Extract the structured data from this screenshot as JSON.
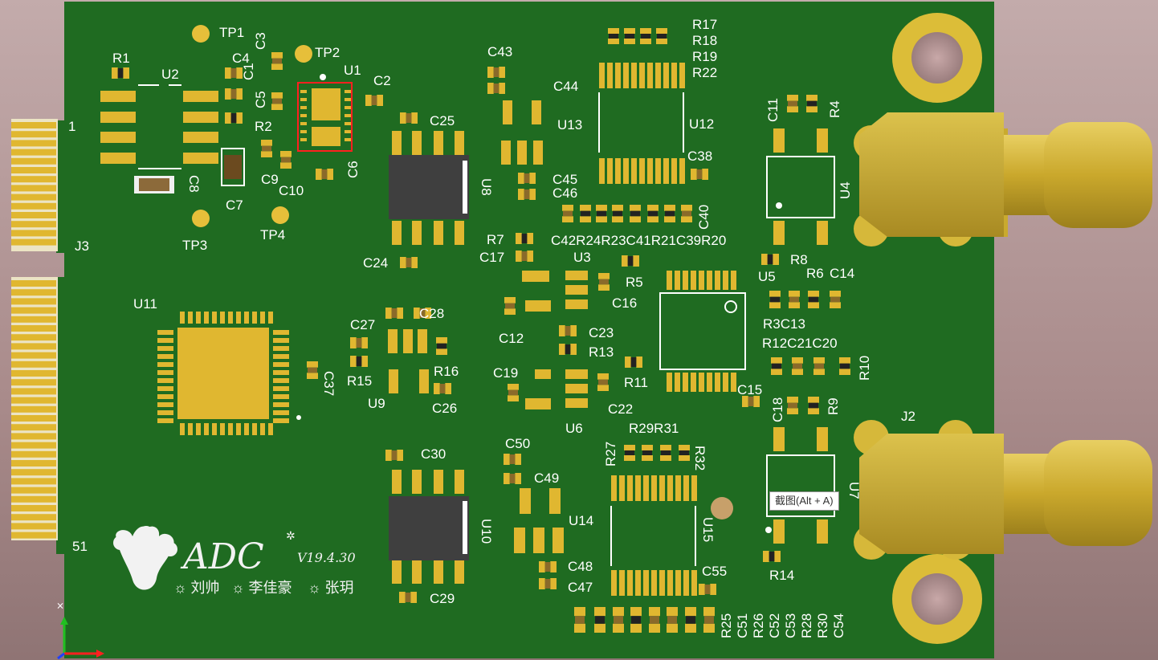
{
  "colors": {
    "pcb": "#1f6b21",
    "pad": "#e0b730",
    "silk": "#ffffff",
    "ic": "#3d3d3d",
    "connector": "#d4b33a",
    "highlight": "#ff2020"
  },
  "labels": {
    "TP1": "TP1",
    "TP2": "TP2",
    "TP3": "TP3",
    "TP4": "TP4",
    "R1": "R1",
    "U2": "U2",
    "C4": "C4",
    "C1": "C1",
    "C3": "C3",
    "C5": "C5",
    "U1": "U1",
    "C2": "C2",
    "R2": "R2",
    "C9": "C9",
    "C10": "C10",
    "C6": "C6",
    "C8": "C8",
    "C7": "C7",
    "C25": "C25",
    "U8": "U8",
    "C24": "C24",
    "C43": "C43",
    "C44": "C44",
    "U13": "U13",
    "U12": "U12",
    "R17": "R17",
    "R18": "R18",
    "R19": "R19",
    "R22": "R22",
    "C38": "C38",
    "C45": "C45",
    "C46": "C46",
    "C40": "C40",
    "row_caps": "C42R24R23C41R21C39R20",
    "R7": "R7",
    "C17": "C17",
    "U3": "U3",
    "R5": "R5",
    "C16": "C16",
    "C12": "C12",
    "C23": "C23",
    "R13": "R13",
    "R11": "R11",
    "C19": "C19",
    "C22": "C22",
    "U6": "U6",
    "C11": "C11",
    "R4": "R4",
    "U4": "U4",
    "R8": "R8",
    "U5": "U5",
    "R6": "R6",
    "C14": "C14",
    "R3C13": "R3C13",
    "R12C21C20": "R12C21C20",
    "R10": "R10",
    "C15": "C15",
    "C18": "C18",
    "R9": "R9",
    "J2": "J2",
    "J3": "J3",
    "pin1": "1",
    "pin51": "51",
    "U11": "U11",
    "C27": "C27",
    "C28": "C28",
    "R15": "R15",
    "R16": "R16",
    "U9": "U9",
    "C26": "C26",
    "C37": "C37",
    "C30": "C30",
    "U10": "U10",
    "C29": "C29",
    "C50": "C50",
    "C49": "C49",
    "U14": "U14",
    "C48": "C48",
    "C47": "C47",
    "R27": "R27",
    "R29R31": "R29R31",
    "R32": "R32",
    "U15": "U15",
    "C55": "C55",
    "U7": "U7",
    "R14": "R14",
    "R25": "R25",
    "C51": "C51",
    "R26": "R26",
    "C52": "C52",
    "C53": "C53",
    "R28": "R28",
    "R30": "R30",
    "C54": "C54"
  },
  "logo": {
    "title": "ADC",
    "version": "V19.4.30",
    "authors": [
      "☼ 刘帅",
      "☼ 李佳豪",
      "☼ 张玥"
    ]
  },
  "tooltip": "截图(Alt + A)",
  "axes": {
    "x_color": "#ff2020",
    "y_color": "#20c020",
    "z_color": "#2040ff"
  }
}
